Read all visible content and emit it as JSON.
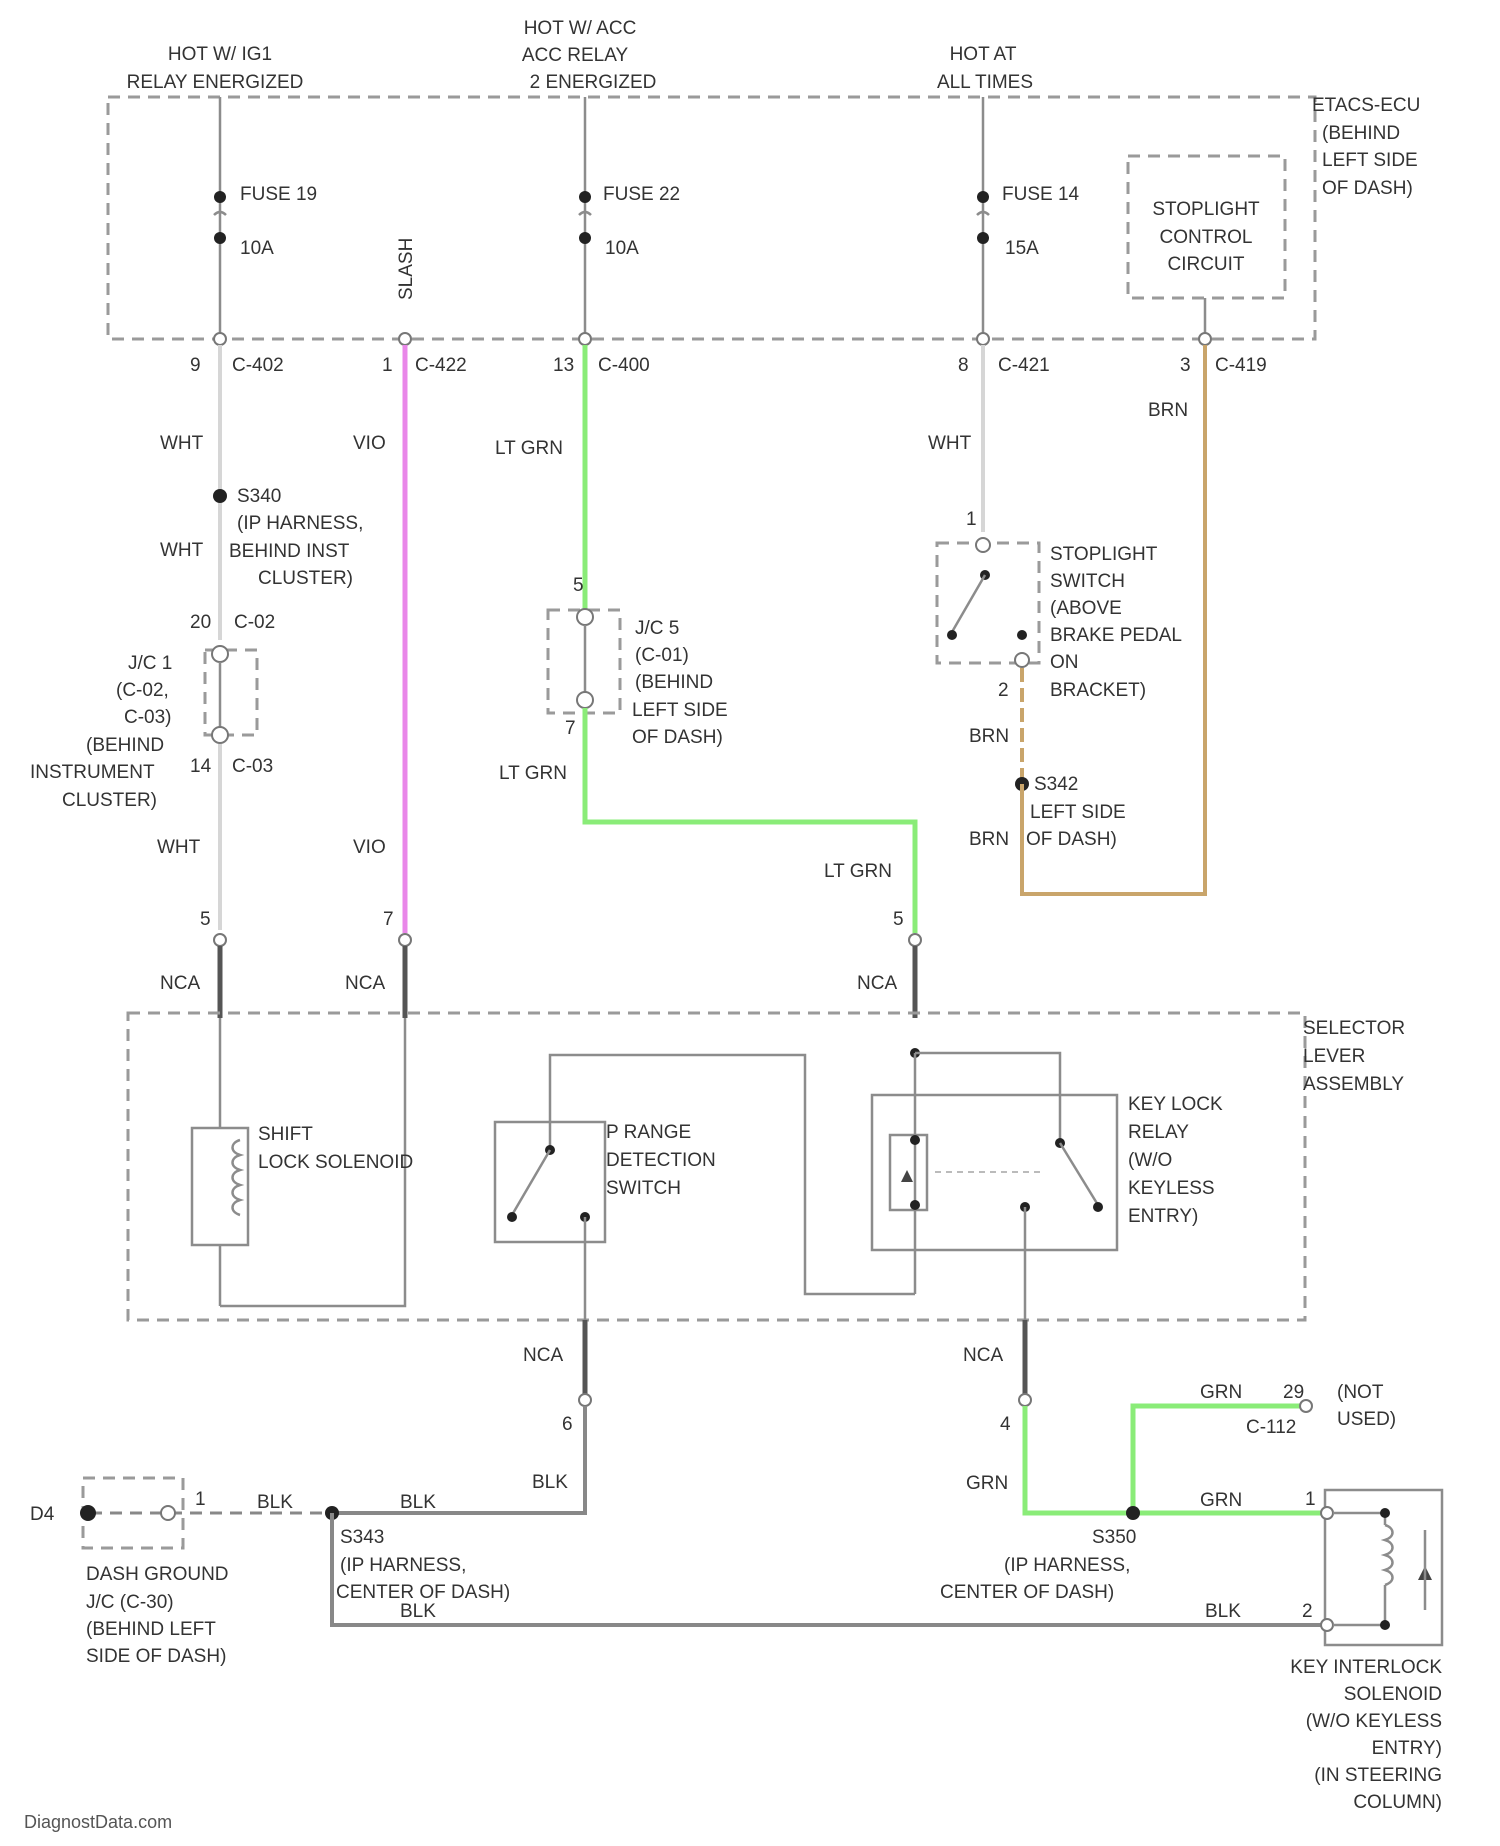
{
  "power": {
    "f19_top": "HOT W/ IG1",
    "f19_bot": "RELAY ENERGIZED",
    "f22_top": "HOT W/ ACC",
    "f22_mid": "ACC RELAY",
    "f22_bot": "2 ENERGIZED",
    "f14_top": "HOT AT",
    "f14_bot": "ALL TIMES"
  },
  "ecu": {
    "l1": "ETACS-ECU",
    "l2": "(BEHIND",
    "l3": "LEFT SIDE",
    "l4": "OF DASH)"
  },
  "fuses": {
    "f19": "FUSE 19",
    "f19_amp": "10A",
    "f22": "FUSE 22",
    "f22_amp": "10A",
    "f14": "FUSE 14",
    "f14_amp": "15A"
  },
  "stoplight_ctrl": {
    "l1": "STOPLIGHT",
    "l2": "CONTROL",
    "l3": "CIRCUIT"
  },
  "slash_label": "SLASH",
  "connectors": {
    "p_wht": "9",
    "c_wht": "C-402",
    "p_vio": "1",
    "c_vio": "C-422",
    "p_grn": "13",
    "c_grn": "C-400",
    "p_st": "8",
    "c_st": "C-421",
    "p_brn": "3",
    "c_brn": "C-419"
  },
  "wires": {
    "wht": "WHT",
    "vio": "VIO",
    "lt_grn": "LT GRN",
    "brn": "BRN",
    "nca": "NCA",
    "blk": "BLK",
    "grn": "GRN"
  },
  "splices": {
    "s340_id": "S340",
    "s340_l1": "(IP HARNESS,",
    "s340_l2": "BEHIND INST",
    "s340_l3": "CLUSTER)",
    "s342_id": "S342",
    "s342_l1": "LEFT SIDE",
    "s342_l2": "OF DASH)",
    "s343_id": "S343",
    "s343_l1": "(IP HARNESS,",
    "s343_l2": "CENTER OF DASH)",
    "s350_id": "S350",
    "s350_l1": "(IP HARNESS,",
    "s350_l2": "CENTER OF DASH)"
  },
  "jc1": {
    "pin_top": "20",
    "c_top": "C-02",
    "pin_bot": "14",
    "c_bot": "C-03",
    "l1": "J/C 1",
    "l2": "(C-02,",
    "l3": "C-03)",
    "l4": "(BEHIND",
    "l5": "INSTRUMENT",
    "l6": "CLUSTER)"
  },
  "jc5": {
    "pin_top": "5",
    "pin_bot": "7",
    "l1": "J/C 5",
    "l2": "(C-01)",
    "l3": "(BEHIND",
    "l4": "LEFT SIDE",
    "l5": "OF DASH)"
  },
  "stoplight_sw": {
    "pin_top": "1",
    "pin_bot": "2",
    "l1": "STOPLIGHT",
    "l2": "SWITCH",
    "l3": "(ABOVE",
    "l4": "BRAKE PEDAL",
    "l5": "ON",
    "l6": "BRACKET)"
  },
  "selector": {
    "l1": "SELECTOR",
    "l2": "LEVER",
    "l3": "ASSEMBLY",
    "pin_a": "5",
    "pin_b": "7",
    "pin_c": "5",
    "pin_d": "6",
    "pin_e": "4"
  },
  "shift_solenoid": {
    "l1": "SHIFT",
    "l2": "LOCK SOLENOID"
  },
  "p_switch": {
    "l1": "P RANGE",
    "l2": "DETECTION",
    "l3": "SWITCH"
  },
  "key_relay": {
    "l1": "KEY LOCK",
    "l2": "RELAY",
    "l3": "(W/O",
    "l4": "KEYLESS",
    "l5": "ENTRY)"
  },
  "ground": {
    "g": "D4",
    "pin": "1",
    "l1": "DASH GROUND",
    "l2": "J/C (C-30)",
    "l3": "(BEHIND LEFT",
    "l4": "SIDE OF DASH)"
  },
  "not_used": {
    "pin": "29",
    "conn": "C-112",
    "l1": "(NOT",
    "l2": "USED)"
  },
  "interlock": {
    "pin1": "1",
    "pin2": "2",
    "l1": "KEY INTERLOCK",
    "l2": "SOLENOID",
    "l3": "(W/O KEYLESS",
    "l4": "ENTRY)",
    "l5": "(IN STEERING",
    "l6": "COLUMN)"
  },
  "watermark": "DiagnostData.com",
  "colors": {
    "vio": "#e987e9",
    "lt_grn": "#8aec78",
    "brn": "#c9a56b",
    "nca": "#555555"
  }
}
